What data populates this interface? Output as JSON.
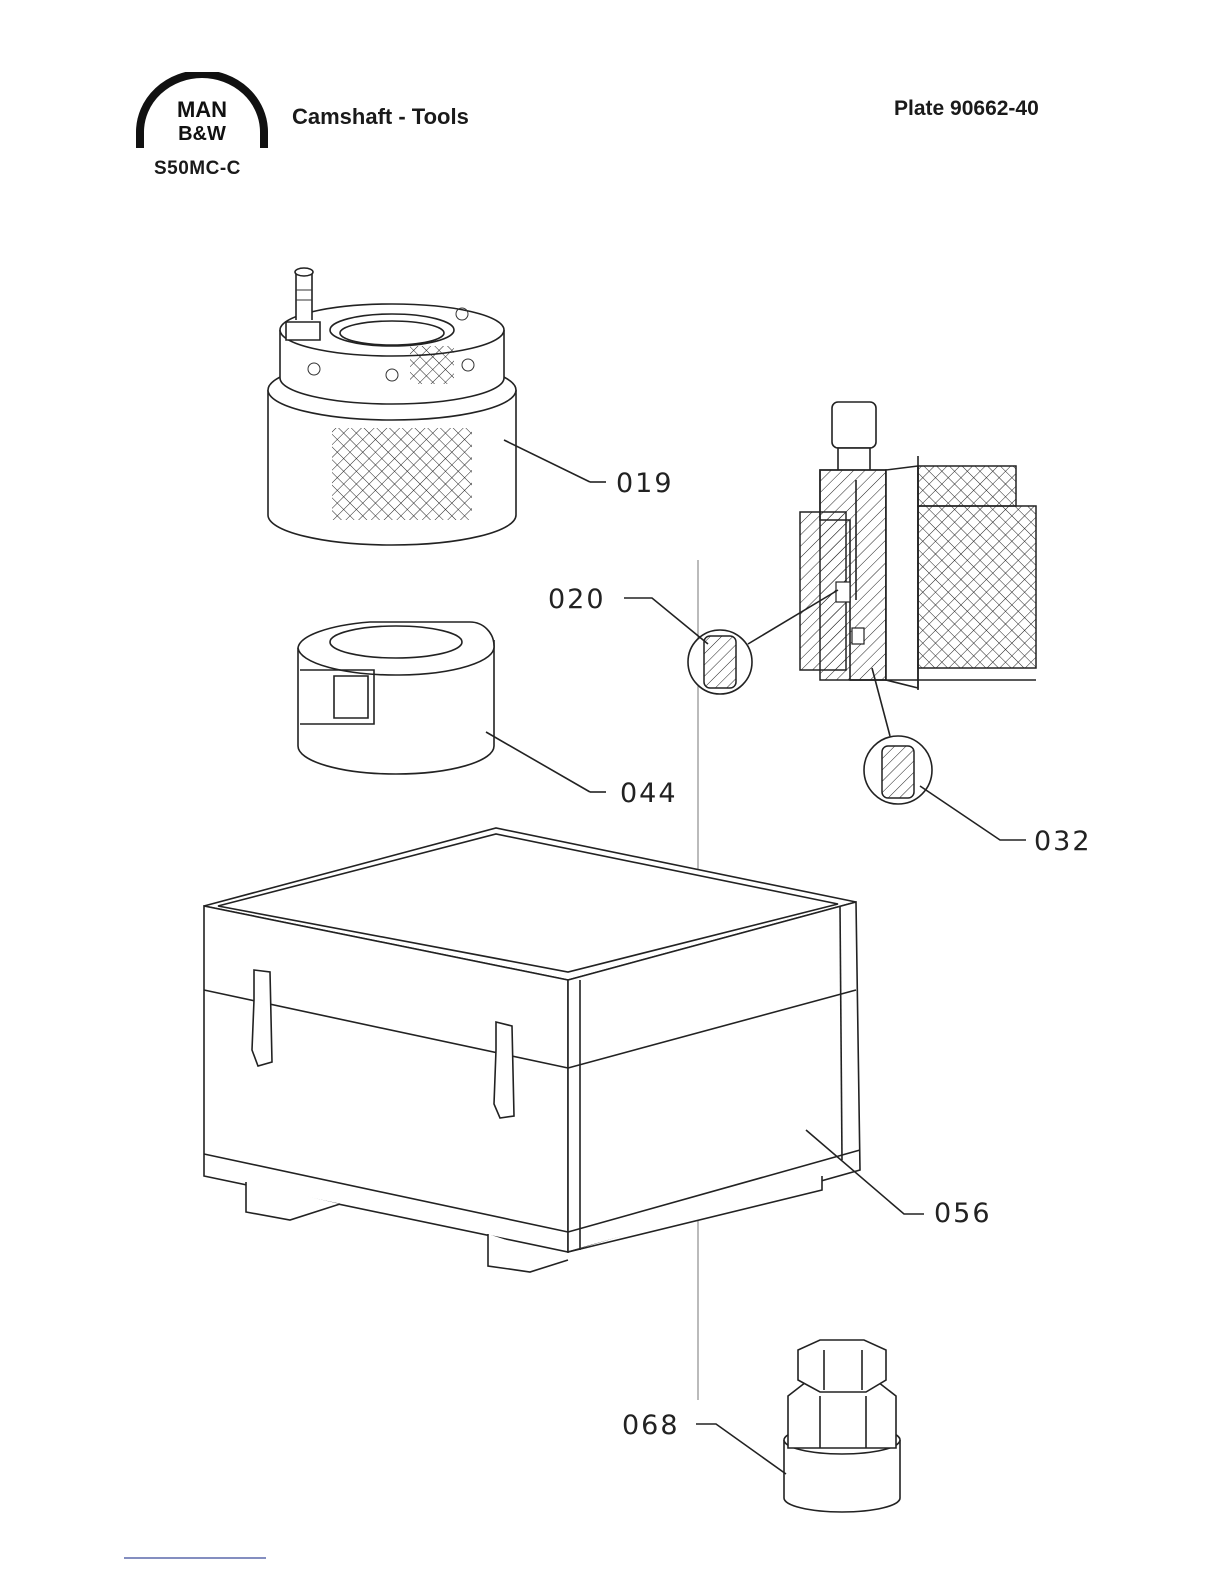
{
  "header": {
    "logo_line1": "MAN",
    "logo_line2": "B&W",
    "engine_type": "S50MC-C",
    "title": "Camshaft - Tools",
    "plate": "Plate 90662-40"
  },
  "callouts": [
    {
      "id": "019",
      "label": "019"
    },
    {
      "id": "020",
      "label": "020"
    },
    {
      "id": "044",
      "label": "044"
    },
    {
      "id": "032",
      "label": "032"
    },
    {
      "id": "056",
      "label": "056"
    },
    {
      "id": "068",
      "label": "068"
    }
  ]
}
